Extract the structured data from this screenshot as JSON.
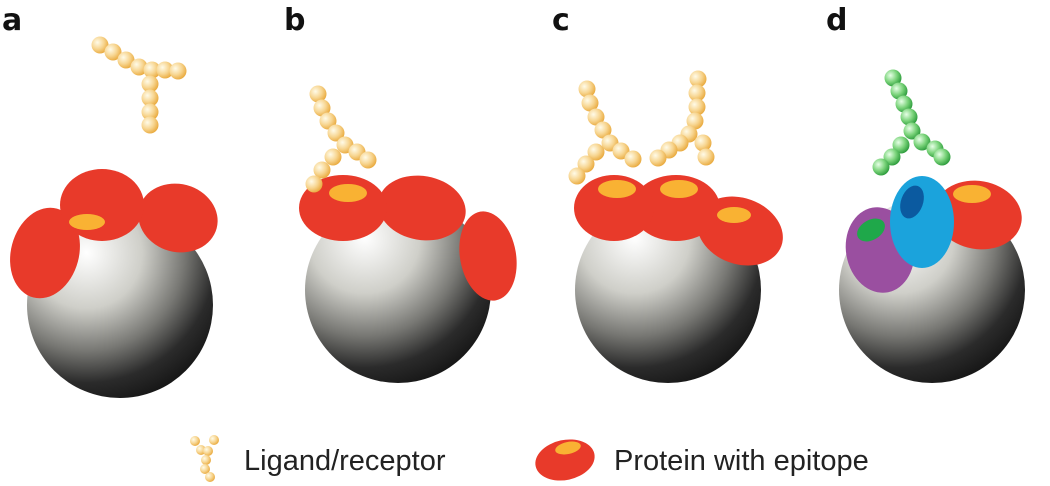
{
  "panels": {
    "a": {
      "label": "a"
    },
    "b": {
      "label": "b"
    },
    "c": {
      "label": "c"
    },
    "d": {
      "label": "d"
    }
  },
  "legend": {
    "ligand_label": "Ligand/receptor",
    "protein_label": "Protein with epitope"
  },
  "colors": {
    "ligand": "#f5c66f",
    "ligand_alt": "#6fcf6f",
    "protein": "#e83a2a",
    "epitope": "#f9b233",
    "blue_protein": "#1ba3dc",
    "purple_protein": "#9a4fa0",
    "green_epitope": "#1fa84a",
    "dark_epitope": "#0b5aa0"
  }
}
